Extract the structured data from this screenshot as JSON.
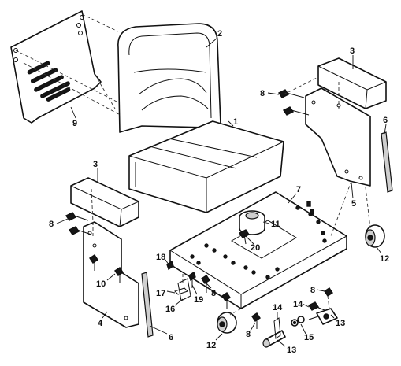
{
  "callouts": {
    "c1": "1",
    "c2": "2",
    "c3a": "3",
    "c3b": "3",
    "c4": "4",
    "c5": "5",
    "c6a": "6",
    "c6b": "6",
    "c7": "7",
    "c8a": "8",
    "c8b": "8",
    "c8c": "8",
    "c8d": "8",
    "c8e": "8",
    "c9": "9",
    "c10": "10",
    "c11": "11",
    "c12a": "12",
    "c12b": "12",
    "c13a": "13",
    "c13b": "13",
    "c14a": "14",
    "c14b": "14",
    "c15": "15",
    "c16": "16",
    "c17": "17",
    "c18": "18",
    "c19": "19",
    "c20": "20"
  }
}
